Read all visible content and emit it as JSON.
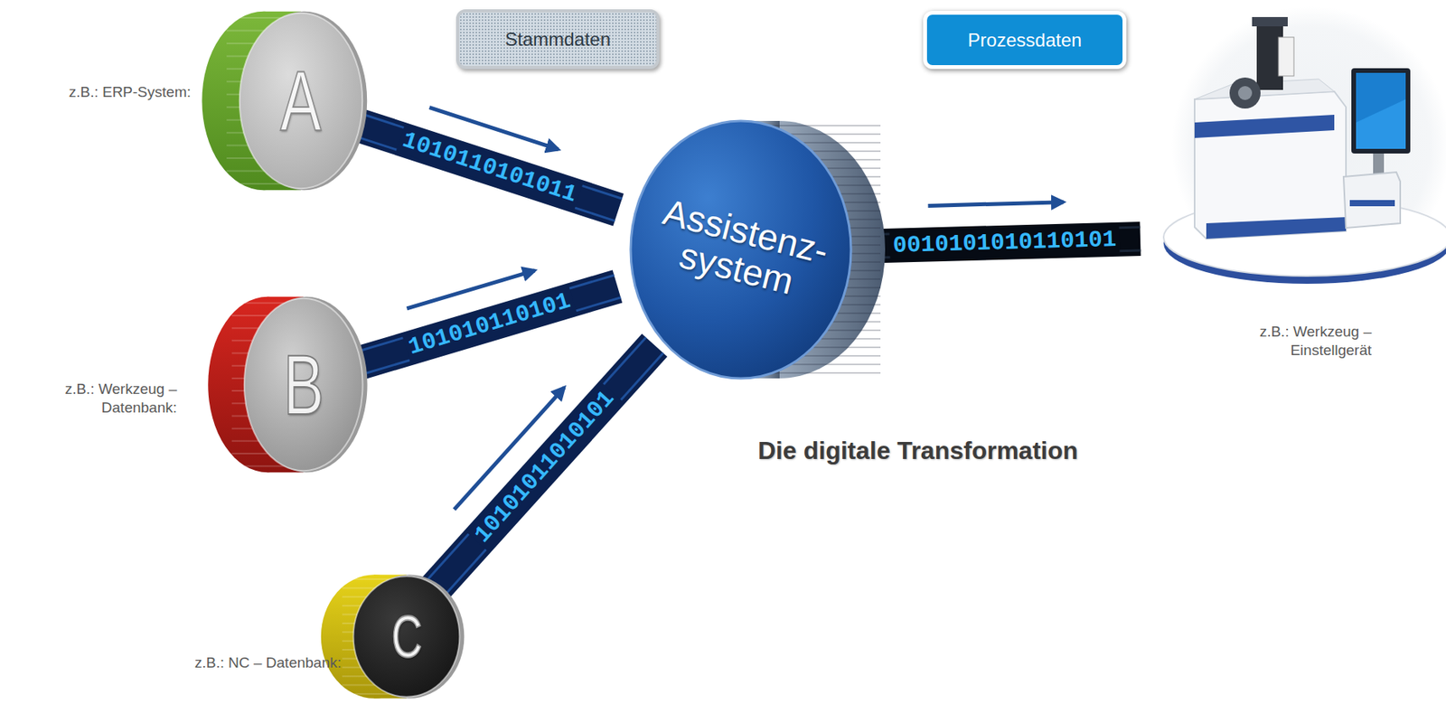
{
  "diagram": {
    "title": "Die digitale Transformation",
    "nodes": [
      {
        "text": [
          "Stammdaten"
        ]
      },
      {
        "text": [
          "Prozessdaten"
        ]
      },
      {
        "text": [
          "A"
        ]
      },
      {
        "text": [
          "Assistenz- system"
        ]
      },
      {
        "text": [
          "z.B.: Werkzeug – Einstellgerät"
        ]
      },
      {
        "text": [
          "B"
        ]
      },
      {
        "text": [
          "C"
        ]
      }
    ],
    "edges": [
      {
        "from": 2,
        "to": 3,
        "label": "1010110101011",
        "arrow": "to"
      },
      {
        "from": 5,
        "to": 3,
        "label": "101010110101",
        "arrow": "to"
      },
      {
        "from": 6,
        "to": 3,
        "label": "10101011010101",
        "arrow": "to"
      },
      {
        "from": 3,
        "to": 4,
        "label": "0010101010110101",
        "arrow": "to"
      }
    ],
    "labels": [
      "z.B.: ERP-System:",
      "z.B.: Werkzeug – Datenbank:",
      "z.B.: NC – Datenbank:"
    ]
  }
}
